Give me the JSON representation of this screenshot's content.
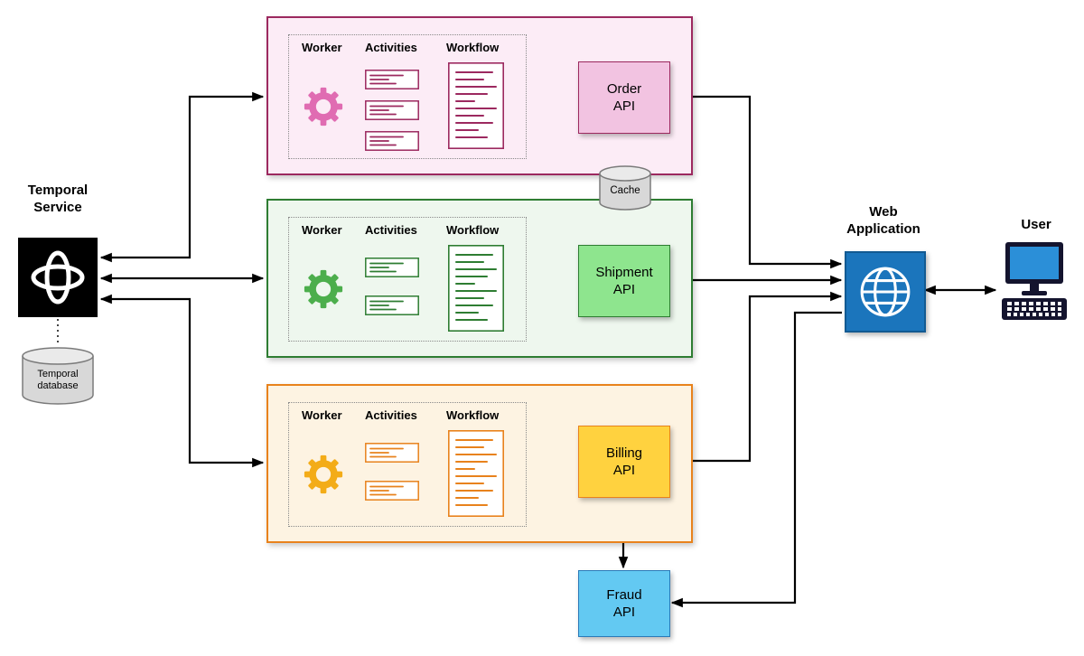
{
  "title": "Temporal microservices architecture diagram",
  "theme": {
    "order-border": "#9c295f",
    "order-bg": "#fcecf6",
    "order-api-bg": "#f2c3e1",
    "order-gear": "#e06cb2",
    "shipment-border": "#2e7d32",
    "shipment-bg": "#eef7ee",
    "shipment-api-bg": "#8ee58e",
    "shipment-gear": "#4cae4c",
    "billing-border": "#e8821c",
    "billing-bg": "#fdf3e2",
    "billing-api-bg": "#ffd23f",
    "billing-gear": "#f3ac18",
    "fraud-border": "#2a7ab8",
    "fraud-api-bg": "#63c9f2",
    "webapp-bg": "#1b75bc",
    "webapp-border": "#125a92",
    "arrow": "#000000",
    "cylinder-bg": "#d8d8d8",
    "cylinder-top": "#eaeaea",
    "cylinder-border": "#7a7a7a"
  },
  "temporal": {
    "label": "Temporal\nService",
    "database_label": "Temporal\ndatabase"
  },
  "cache": {
    "label": "Cache"
  },
  "webapp": {
    "label": "Web\nApplication"
  },
  "user": {
    "label": "User"
  },
  "fraud": {
    "api_label": "Fraud\nAPI"
  },
  "groups": [
    {
      "name": "order",
      "worker_label": "Worker",
      "activities_label": "Activities",
      "workflow_label": "Workflow",
      "api_label": "Order\nAPI",
      "activity_card_count": 3
    },
    {
      "name": "shipment",
      "worker_label": "Worker",
      "activities_label": "Activities",
      "workflow_label": "Workflow",
      "api_label": "Shipment\nAPI",
      "activity_card_count": 2
    },
    {
      "name": "billing",
      "worker_label": "Worker",
      "activities_label": "Activities",
      "workflow_label": "Workflow",
      "api_label": "Billing\nAPI",
      "activity_card_count": 2
    }
  ],
  "icons": {
    "temporal-logo": "orbit-cross",
    "worker": "gear",
    "activities": "stacked-cards",
    "workflow": "document-lines",
    "cache": "database-cylinder",
    "temporal-database": "database-cylinder",
    "web-application": "globe",
    "user": "desktop-computer"
  },
  "connections": [
    {
      "from": "temporal-service",
      "to": "order-worker-group",
      "style": "solid",
      "bidirectional": true
    },
    {
      "from": "temporal-service",
      "to": "shipment-worker-group",
      "style": "solid",
      "bidirectional": true
    },
    {
      "from": "temporal-service",
      "to": "billing-worker-group",
      "style": "solid",
      "bidirectional": true
    },
    {
      "from": "order-worker-group",
      "to": "order-api",
      "style": "solid",
      "bidirectional": true
    },
    {
      "from": "shipment-worker-group",
      "to": "shipment-api",
      "style": "solid",
      "bidirectional": true
    },
    {
      "from": "billing-worker-group",
      "to": "billing-api",
      "style": "solid",
      "bidirectional": true
    },
    {
      "from": "order-api",
      "to": "web-application",
      "style": "solid",
      "bidirectional": true
    },
    {
      "from": "shipment-api",
      "to": "web-application",
      "style": "solid",
      "bidirectional": true
    },
    {
      "from": "billing-api",
      "to": "web-application",
      "style": "solid",
      "bidirectional": true
    },
    {
      "from": "web-application",
      "to": "fraud-api",
      "style": "solid",
      "bidirectional": false
    },
    {
      "from": "billing-api",
      "to": "fraud-api",
      "style": "solid",
      "bidirectional": true
    },
    {
      "from": "web-application",
      "to": "user",
      "style": "solid",
      "bidirectional": true
    },
    {
      "from": "order-api",
      "to": "cache",
      "style": "dotted",
      "bidirectional": false
    },
    {
      "from": "cache",
      "to": "shipment-api",
      "style": "dotted",
      "bidirectional": false
    },
    {
      "from": "temporal-service",
      "to": "temporal-database",
      "style": "dotted",
      "bidirectional": false
    }
  ]
}
